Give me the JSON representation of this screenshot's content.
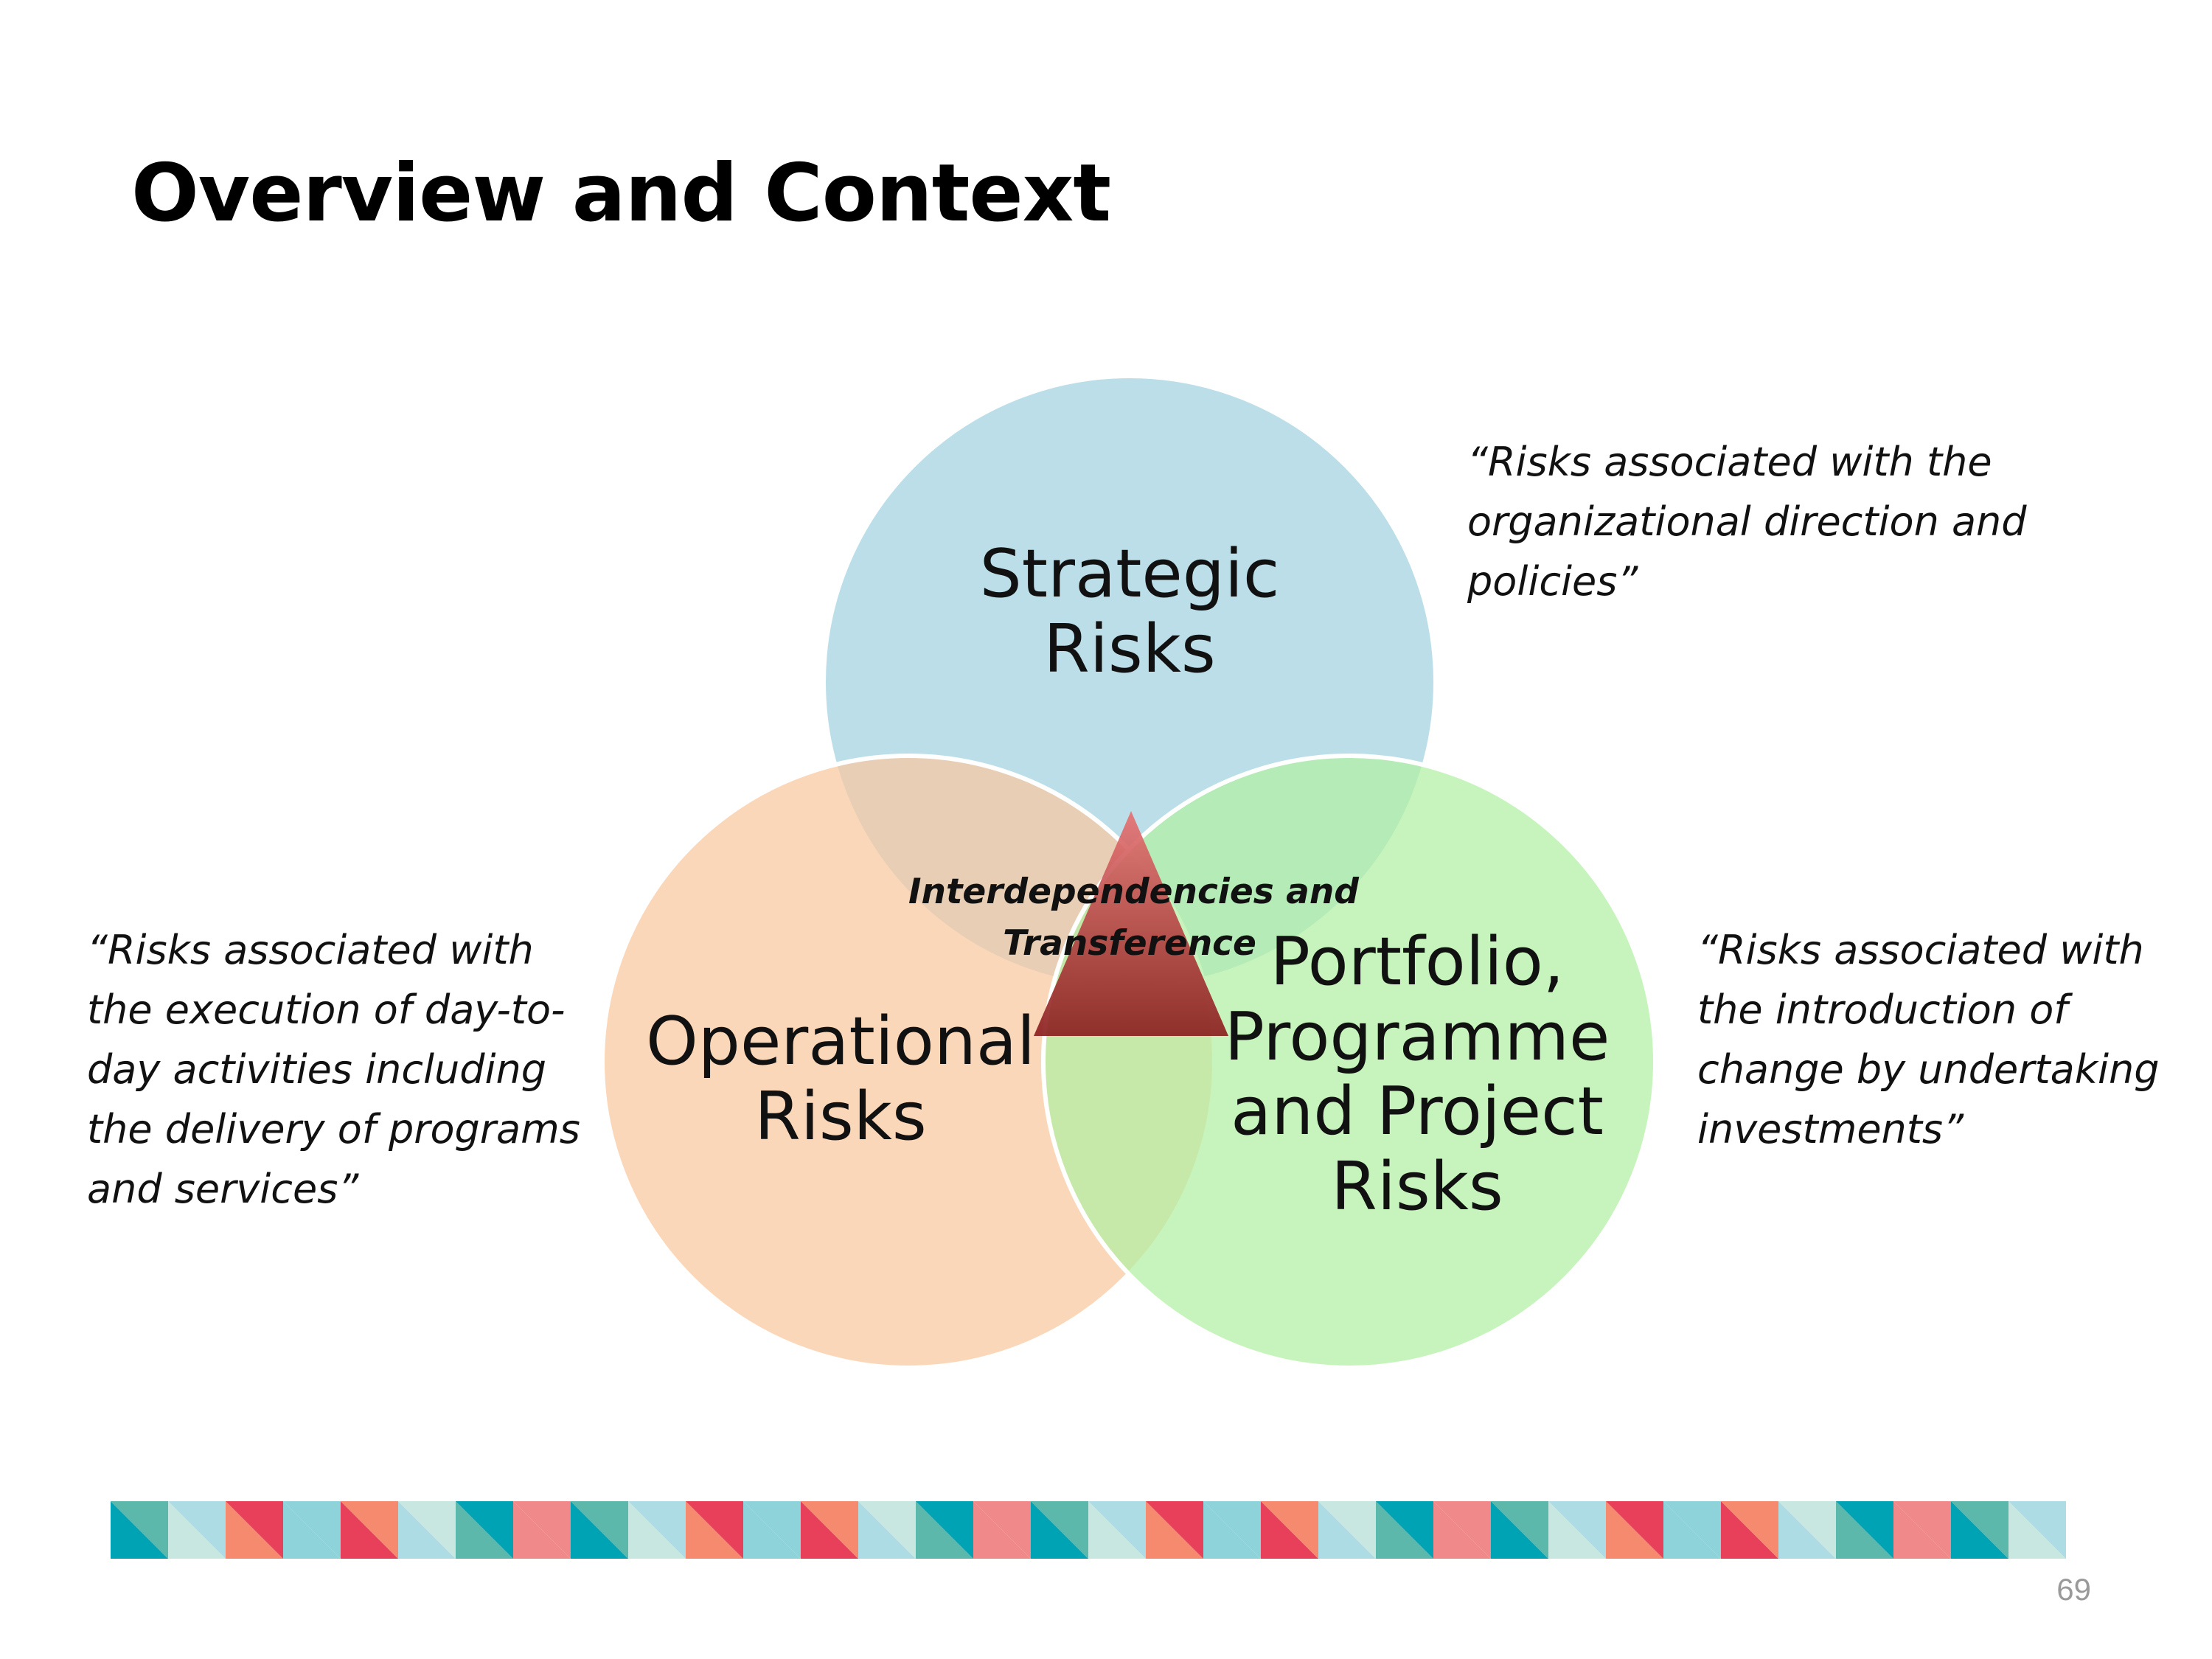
{
  "slide": {
    "title": "Overview and Context",
    "page_number": "69"
  },
  "diagram": {
    "circles": [
      {
        "id": "strategic",
        "label_lines": [
          "Strategic",
          "Risks"
        ],
        "color": "#A8D5E2"
      },
      {
        "id": "operational",
        "label_lines": [
          "Operational",
          "Risks"
        ],
        "color": "#F9C8A0"
      },
      {
        "id": "portfolio",
        "label_lines": [
          "Portfolio,",
          "Programme",
          "and Project",
          "Risks"
        ],
        "color": "#B2F0A2"
      }
    ],
    "center": {
      "label_lines": [
        "Interdependencies and",
        "Transference"
      ],
      "triangle_color_top": "#E57373",
      "triangle_color_bottom": "#8B2020"
    }
  },
  "quotes": {
    "strategic": "“Risks associated with the organizational direction and policies”",
    "operational": "“Risks associated with the execution of day-to-day activities including the delivery of programs and services”",
    "portfolio": "“Risks associated with the introduction of change by undertaking investments”"
  },
  "band": {
    "palette": [
      "#00A3B4",
      "#8ED3DA",
      "#5BB8AA",
      "#C7E7E0",
      "#E8405A",
      "#F08A8A",
      "#F58A6E",
      "#AEDCE4"
    ]
  }
}
